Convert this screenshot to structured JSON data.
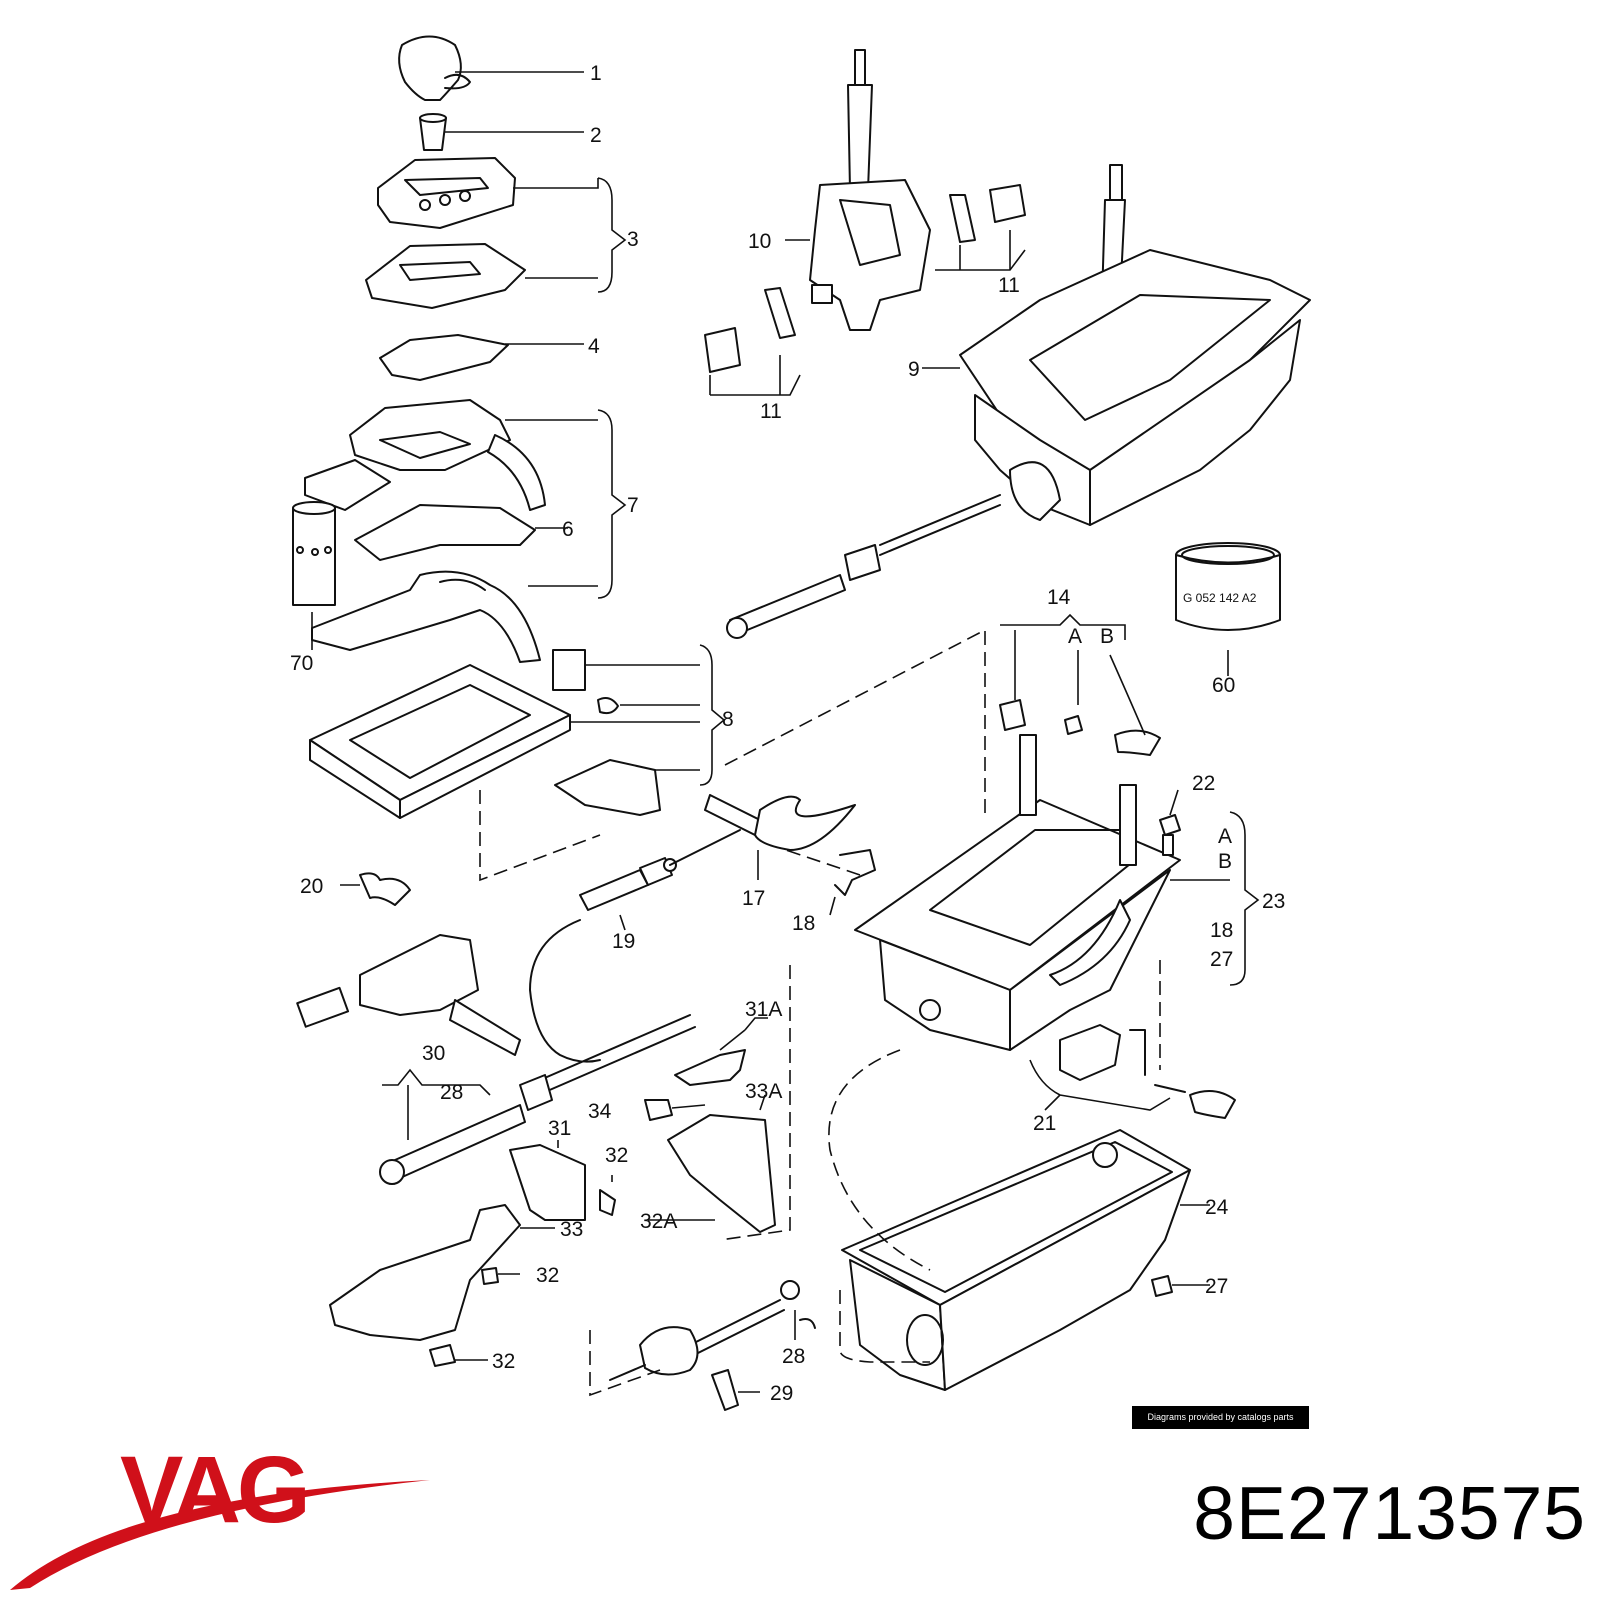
{
  "diagram": {
    "callouts": [
      "1",
      "2",
      "3",
      "4",
      "7",
      "6",
      "70",
      "8",
      "9",
      "10",
      "11",
      "11",
      "14",
      "A",
      "B",
      "60",
      "22",
      "A",
      "B",
      "23",
      "18",
      "27",
      "17",
      "18",
      "19",
      "20",
      "21",
      "24",
      "27",
      "30",
      "28",
      "31A",
      "33A",
      "34",
      "31",
      "32",
      "32A",
      "33",
      "32",
      "32",
      "28",
      "29"
    ],
    "label_60_ring_text": "G 052 142 A2"
  },
  "footer": {
    "credit": "Diagrams provided by catalogs parts",
    "brand": "VAG",
    "part_number": "8E2713575"
  },
  "colors": {
    "brand_red": "#d0101a",
    "line": "#111111"
  }
}
